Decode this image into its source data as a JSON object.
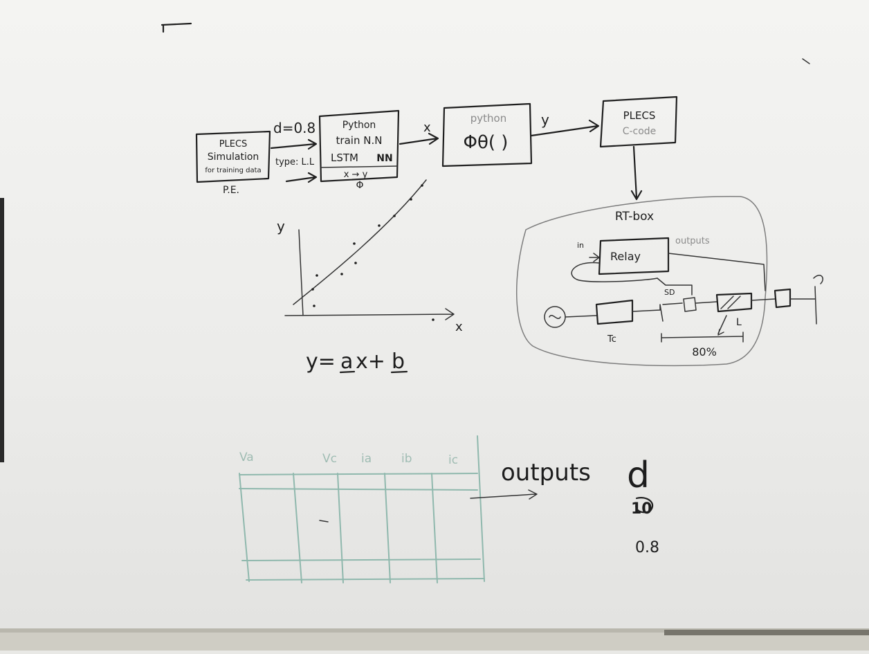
{
  "sim_box": {
    "line1": "PLECS",
    "line2": "Simulation",
    "line3": "for training data",
    "below": "P.E."
  },
  "params": {
    "d": "d=0.8",
    "type": "type: L.L"
  },
  "train_box": {
    "line1": "Python",
    "line2": "train N.N",
    "line3": "LSTM",
    "line4": "NN",
    "mapping": "x → y",
    "below": "Φ"
  },
  "x_label": "x",
  "python_box": {
    "title": "python",
    "func": "Φθ( )"
  },
  "y_label": "y",
  "plecs_box": {
    "line1": "PLECS",
    "line2": "C-code"
  },
  "rtbox": {
    "title": "RT-box",
    "relay": "Relay",
    "in_label": "in",
    "outputs_label": "outputs",
    "sd_label": "SD",
    "tc_label": "Tc",
    "percent": "80%",
    "l_label": "L"
  },
  "plot": {
    "y_axis": "y",
    "x_axis": "x"
  },
  "equation": {
    "y": "y=",
    "a": "a",
    "xplus": "x+",
    "b": "b"
  },
  "table": {
    "headers": [
      "Va",
      "Vc",
      "ia",
      "ib",
      "ic"
    ]
  },
  "outputs_text": "outputs",
  "d_symbol": "d",
  "scribble": "10",
  "value": "0.8",
  "colors": {
    "ink": "#1f1f1f",
    "faded_marker": "#8fb8ad",
    "board": "#efefed"
  }
}
